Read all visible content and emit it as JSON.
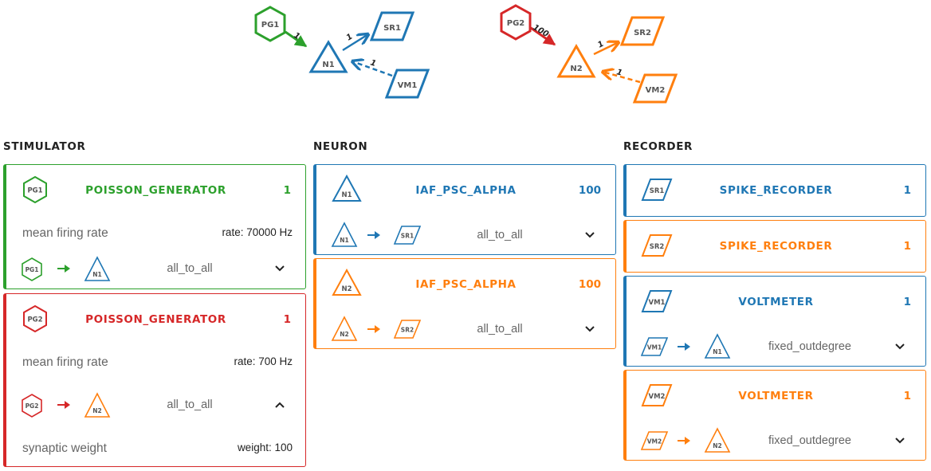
{
  "colors": {
    "green": "#2ca02c",
    "red": "#d62728",
    "blue": "#1f77b4",
    "orange": "#ff7f0e"
  },
  "graph": {
    "nodes": [
      {
        "id": "PG1",
        "shape": "hexagon",
        "color": "#2ca02c"
      },
      {
        "id": "N1",
        "shape": "triangle",
        "color": "#1f77b4"
      },
      {
        "id": "SR1",
        "shape": "parallelogram",
        "color": "#1f77b4"
      },
      {
        "id": "VM1",
        "shape": "parallelogram",
        "color": "#1f77b4"
      },
      {
        "id": "PG2",
        "shape": "hexagon",
        "color": "#d62728"
      },
      {
        "id": "N2",
        "shape": "triangle",
        "color": "#ff7f0e"
      },
      {
        "id": "SR2",
        "shape": "parallelogram",
        "color": "#ff7f0e"
      },
      {
        "id": "VM2",
        "shape": "parallelogram",
        "color": "#ff7f0e"
      }
    ],
    "edges": [
      {
        "from": "PG1",
        "to": "N1",
        "label": "1",
        "style": "solid"
      },
      {
        "from": "N1",
        "to": "SR1",
        "label": "1",
        "style": "solid"
      },
      {
        "from": "VM1",
        "to": "N1",
        "label": "1",
        "style": "dashed"
      },
      {
        "from": "PG2",
        "to": "N2",
        "label": "100",
        "style": "solid"
      },
      {
        "from": "N2",
        "to": "SR2",
        "label": "1",
        "style": "solid"
      },
      {
        "from": "VM2",
        "to": "N2",
        "label": "1",
        "style": "dashed"
      }
    ]
  },
  "columns": {
    "stimulator": {
      "title": "STIMULATOR",
      "cards": [
        {
          "label": "PG1",
          "model": "poisson_generator",
          "count": "1",
          "param_label": "mean firing rate",
          "param_value": "rate: 70000 Hz",
          "conn": {
            "src": "PG1",
            "tgt": "N1",
            "rule": "all_to_all",
            "expanded": false
          }
        },
        {
          "label": "PG2",
          "model": "poisson_generator",
          "count": "1",
          "param_label": "mean firing rate",
          "param_value": "rate: 700 Hz",
          "conn": {
            "src": "PG2",
            "tgt": "N2",
            "rule": "all_to_all",
            "expanded": true
          },
          "syn_label": "synaptic weight",
          "syn_value": "weight: 100"
        }
      ]
    },
    "neuron": {
      "title": "NEURON",
      "cards": [
        {
          "label": "N1",
          "model": "iaf_psc_alpha",
          "count": "100",
          "conn": {
            "src": "N1",
            "tgt": "SR1",
            "rule": "all_to_all",
            "expanded": false
          }
        },
        {
          "label": "N2",
          "model": "iaf_psc_alpha",
          "count": "100",
          "conn": {
            "src": "N2",
            "tgt": "SR2",
            "rule": "all_to_all",
            "expanded": false
          }
        }
      ]
    },
    "recorder": {
      "title": "RECORDER",
      "cards": [
        {
          "label": "SR1",
          "model": "spike_recorder",
          "count": "1"
        },
        {
          "label": "SR2",
          "model": "spike_recorder",
          "count": "1"
        },
        {
          "label": "VM1",
          "model": "voltmeter",
          "count": "1",
          "conn": {
            "src": "VM1",
            "tgt": "N1",
            "rule": "fixed_outdegree",
            "expanded": false
          }
        },
        {
          "label": "VM2",
          "model": "voltmeter",
          "count": "1",
          "conn": {
            "src": "VM2",
            "tgt": "N2",
            "rule": "fixed_outdegree",
            "expanded": false
          }
        }
      ]
    }
  }
}
